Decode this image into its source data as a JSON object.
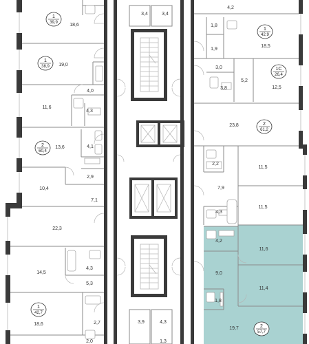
{
  "highlight_color": "#a9d2d1",
  "wall_color": "#3a3a3a",
  "apartments": [
    {
      "id": "apt-1-39-9",
      "rooms": "1",
      "area": "39,9"
    },
    {
      "id": "apt-1-38-9",
      "rooms": "1",
      "area": "38,9"
    },
    {
      "id": "apt-2-60-4",
      "rooms": "2",
      "area": "60,4"
    },
    {
      "id": "apt-1-42-7",
      "rooms": "1",
      "area": "42,7"
    },
    {
      "id": "apt-1-42-9",
      "rooms": "1",
      "area": "42,9"
    },
    {
      "id": "apt-1c-26-4",
      "rooms": "1С",
      "area": "26,4"
    },
    {
      "id": "apt-2-61-2",
      "rooms": "2",
      "area": "61,2"
    },
    {
      "id": "apt-2-57-7",
      "rooms": "2",
      "area": "57,7"
    }
  ],
  "rooms": [
    "18,6",
    "19,0",
    "4,0",
    "11,6",
    "4,3",
    "13,6",
    "4,1",
    "2,9",
    "10,4",
    "7,1",
    "22,3",
    "14,5",
    "4,3",
    "5,3",
    "18,6",
    "2,7",
    "2,0",
    "3,4",
    "3,4",
    "3,9",
    "4,3",
    "1,3",
    "4,2",
    "1,8",
    "1,9",
    "18,5",
    "3,0",
    "5,2",
    "12,5",
    "3,8",
    "23,8",
    "2,2",
    "11,5",
    "7,9",
    "11,5",
    "4,3",
    "4,2",
    "11,6",
    "9,0",
    "11,4",
    "1,8",
    "19,7"
  ]
}
